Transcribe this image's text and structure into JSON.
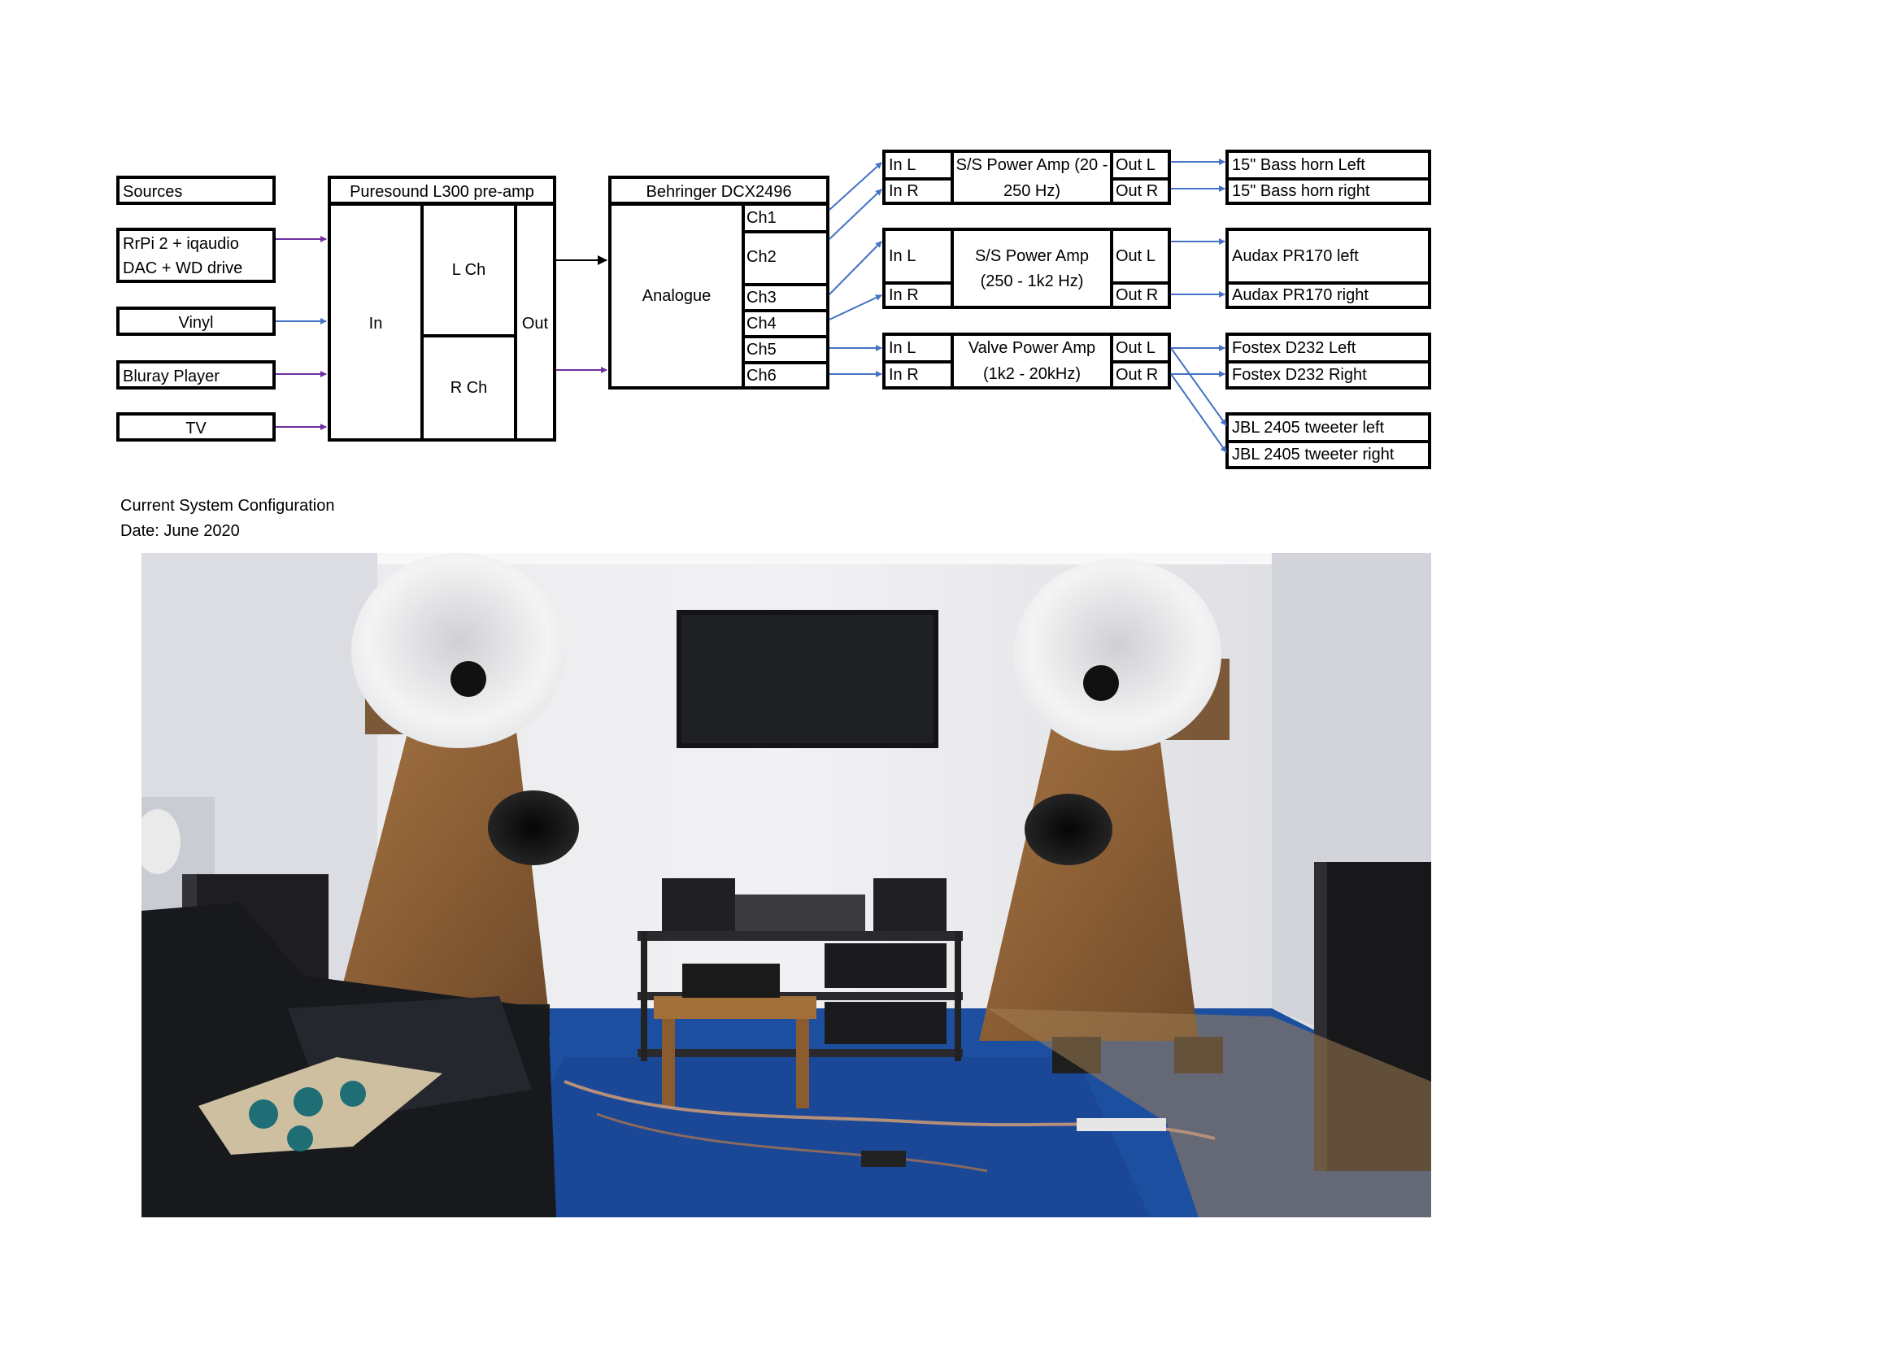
{
  "diagram": {
    "sources": {
      "header": "Sources",
      "items": [
        "RrPi 2 + iqaudio",
        "DAC + WD drive",
        "Vinyl",
        "Bluray Player",
        "TV"
      ]
    },
    "preamp": {
      "title": "Puresound L300 pre-amp",
      "in": "In",
      "lch": "L Ch",
      "rch": "R Ch",
      "out": "Out"
    },
    "crossover": {
      "title": "Behringer DCX2496",
      "analogue": "Analogue",
      "channels": [
        "Ch1",
        "Ch2",
        "Ch3",
        "Ch4",
        "Ch5",
        "Ch6"
      ]
    },
    "amps": [
      {
        "in_l": "In L",
        "in_r": "In R",
        "name_1": "S/S Power Amp (20 -",
        "name_2": "250 Hz)",
        "out_l": "Out L",
        "out_r": "Out R"
      },
      {
        "in_l": "In L",
        "in_r": "In R",
        "name_1": "S/S Power Amp",
        "name_2": "(250 - 1k2 Hz)",
        "out_l": "Out L",
        "out_r": "Out R"
      },
      {
        "in_l": "In L",
        "in_r": "In R",
        "name_1": "Valve Power Amp",
        "name_2": "(1k2 - 20kHz)",
        "out_l": "Out L",
        "out_r": "Out R"
      }
    ],
    "speakers": [
      "15\" Bass horn Left",
      "15\" Bass horn right",
      "Audax PR170 left",
      "Audax PR170 right",
      "Fostex D232 Left",
      "Fostex D232 Right",
      "JBL 2405 tweeter left",
      "JBL 2405 tweeter right"
    ],
    "colors": {
      "purple": "#7030a0",
      "blue": "#4472c4",
      "black": "#000000"
    }
  },
  "caption": {
    "line1": "Current System Configuration",
    "line2": "Date: June 2020"
  }
}
